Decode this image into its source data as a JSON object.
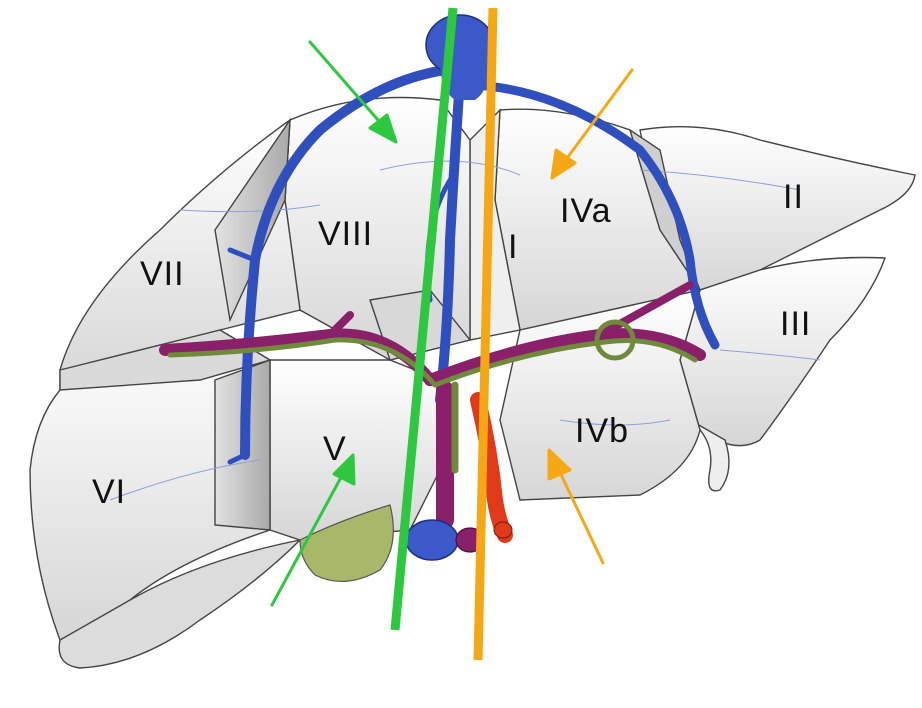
{
  "figure": {
    "segments": [
      {
        "id": "I",
        "label": "I"
      },
      {
        "id": "II",
        "label": "II"
      },
      {
        "id": "III",
        "label": "III"
      },
      {
        "id": "IVa",
        "label": "IVa"
      },
      {
        "id": "IVb",
        "label": "IVb"
      },
      {
        "id": "V",
        "label": "V"
      },
      {
        "id": "VI",
        "label": "VI"
      },
      {
        "id": "VII",
        "label": "VII"
      },
      {
        "id": "VIII",
        "label": "VIII"
      }
    ],
    "colors": {
      "parenchyma_light": "#f4f4f4",
      "parenchyma_shade": "#c9c9c9",
      "outline": "#444444",
      "hepatic_vein": "#2f4fbf",
      "portal_vein": "#8a1f6a",
      "bile_duct": "#6f8a3a",
      "hepatic_artery": "#e03a1a",
      "gallbladder": "#a8b86a",
      "green_plane": "#2ec840",
      "orange_plane": "#f5a814"
    }
  }
}
